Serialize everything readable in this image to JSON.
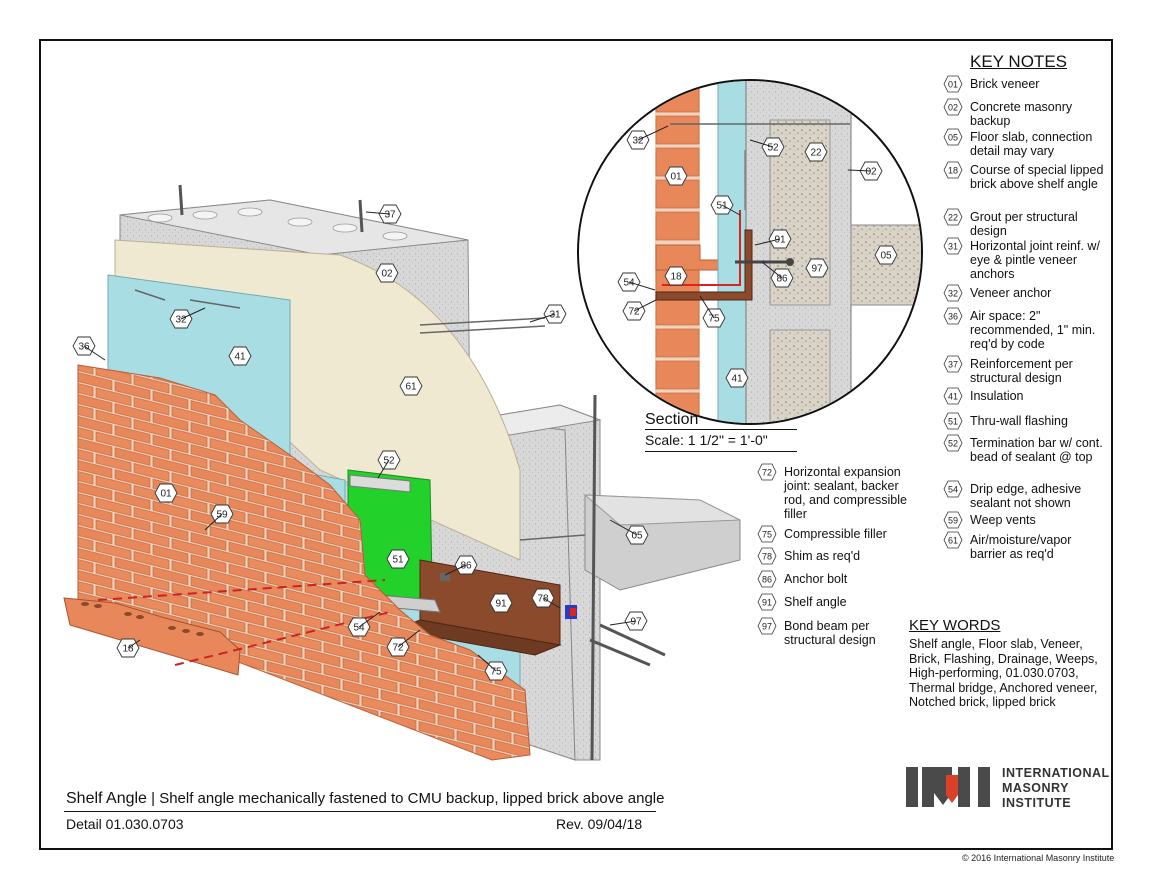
{
  "key_notes": {
    "title": "KEY NOTES",
    "items": [
      {
        "num": "01",
        "text": "Brick veneer"
      },
      {
        "num": "02",
        "text": "Concrete masonry backup"
      },
      {
        "num": "05",
        "text": "Floor slab, connection detail may vary"
      },
      {
        "num": "18",
        "text": "Course of special lipped brick above shelf angle"
      },
      {
        "num": "22",
        "text": "Grout per structural design"
      },
      {
        "num": "31",
        "text": "Horizontal joint reinf. w/ eye & pintle veneer anchors"
      },
      {
        "num": "32",
        "text": "Veneer anchor"
      },
      {
        "num": "36",
        "text": "Air space: 2\" recommended, 1\" min. req'd by code"
      },
      {
        "num": "37",
        "text": "Reinforcement per structural design"
      },
      {
        "num": "41",
        "text": "Insulation"
      },
      {
        "num": "51",
        "text": "Thru-wall flashing"
      },
      {
        "num": "52",
        "text": "Termination bar w/ cont. bead of sealant @ top"
      },
      {
        "num": "54",
        "text": "Drip edge, adhesive sealant not shown"
      },
      {
        "num": "59",
        "text": "Weep vents"
      },
      {
        "num": "61",
        "text": "Air/moisture/vapor barrier as req'd"
      }
    ]
  },
  "key_notes_2": [
    {
      "num": "72",
      "text": "Horizontal expansion joint: sealant, backer rod, and compressible filler"
    },
    {
      "num": "75",
      "text": "Compressible filler"
    },
    {
      "num": "78",
      "text": "Shim as req'd"
    },
    {
      "num": "86",
      "text": "Anchor bolt"
    },
    {
      "num": "91",
      "text": "Shelf angle"
    },
    {
      "num": "97",
      "text": "Bond beam per structural design"
    }
  ],
  "key_words": {
    "title": "KEY WORDS",
    "text": "Shelf angle, Floor slab, Veneer, Brick, Flashing, Drainage, Weeps, High-performing, 01.030.0703, Thermal bridge, Anchored veneer, Notched brick, lipped brick"
  },
  "section": {
    "title": "Section",
    "scale": "Scale: 1 1/2\" = 1'-0\""
  },
  "title_block": {
    "title": "Shelf Angle",
    "subtitle": "| Shelf angle mechanically fastened to CMU backup, lipped brick above angle",
    "detail": "Detail 01.030.0703",
    "rev": "Rev. 09/04/18"
  },
  "logo": {
    "name_line1": "INTERNATIONAL",
    "name_line2": "MASONRY",
    "name_line3": "INSTITUTE"
  },
  "copyright": "© 2016 International Masonry Institute",
  "tags": {
    "t01": "01",
    "t02": "02",
    "t05": "05",
    "t18": "18",
    "t22": "22",
    "t31": "31",
    "t32": "32",
    "t36": "36",
    "t37": "37",
    "t41": "41",
    "t51": "51",
    "t52": "52",
    "t54": "54",
    "t59": "59",
    "t61": "61",
    "t72": "72",
    "t75": "75",
    "t78": "78",
    "t86": "86",
    "t91": "91",
    "t97": "97"
  },
  "colors": {
    "brick": "#e8885a",
    "brick_mortar": "#f3d3bd",
    "cmu": "#d4d4d4",
    "insulation": "#a9dde4",
    "barrier": "#efe9d2",
    "flashing": "#22d12a",
    "shelf_angle": "#8b4a2b",
    "slab": "#cfcfcf",
    "logo_red": "#d9412b",
    "logo_gray": "#4a4a4a"
  }
}
